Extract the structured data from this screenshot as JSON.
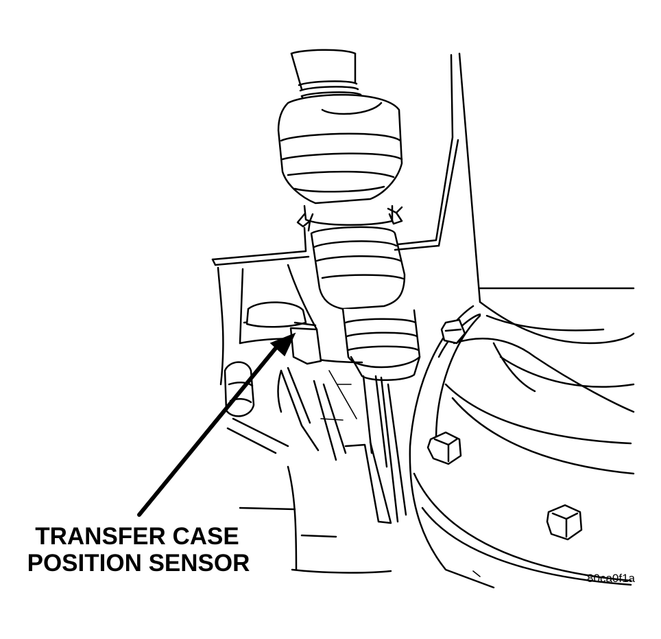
{
  "callout": {
    "line1": "TRANSFER CASE",
    "line2": "POSITION SENSOR"
  },
  "figure_id": "80ca0f1a",
  "colors": {
    "ink": "#000000",
    "paper": "#ffffff"
  }
}
